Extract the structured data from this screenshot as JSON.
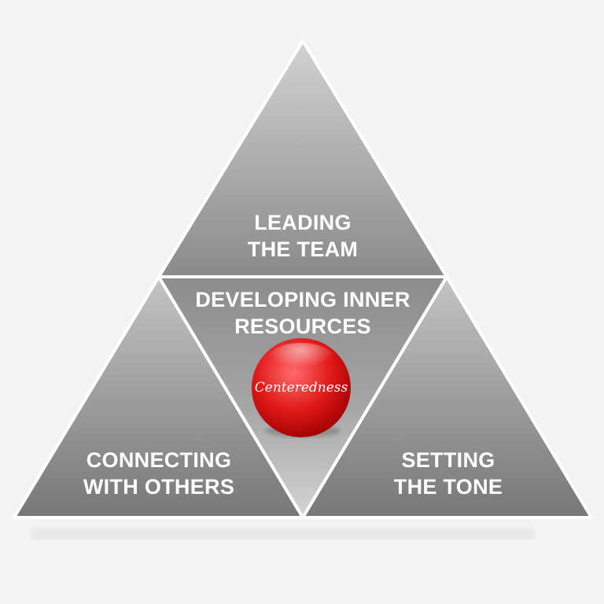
{
  "diagram": {
    "sections": {
      "top": {
        "line1": "LEADING",
        "line2": "THE TEAM"
      },
      "center": {
        "line1": "DEVELOPING INNER",
        "line2": "RESOURCES"
      },
      "left": {
        "line1": "CONNECTING",
        "line2": "WITH OTHERS"
      },
      "right": {
        "line1": "SETTING",
        "line2": "THE TONE"
      }
    },
    "core": {
      "label": "Centeredness"
    },
    "colors": {
      "background": "#f3f3f3",
      "triangle_light": "#cfcfcf",
      "triangle_dark": "#6f6f6f",
      "outline": "#ffffff",
      "core_light": "#ff6b6b",
      "core_dark": "#b00000"
    }
  }
}
